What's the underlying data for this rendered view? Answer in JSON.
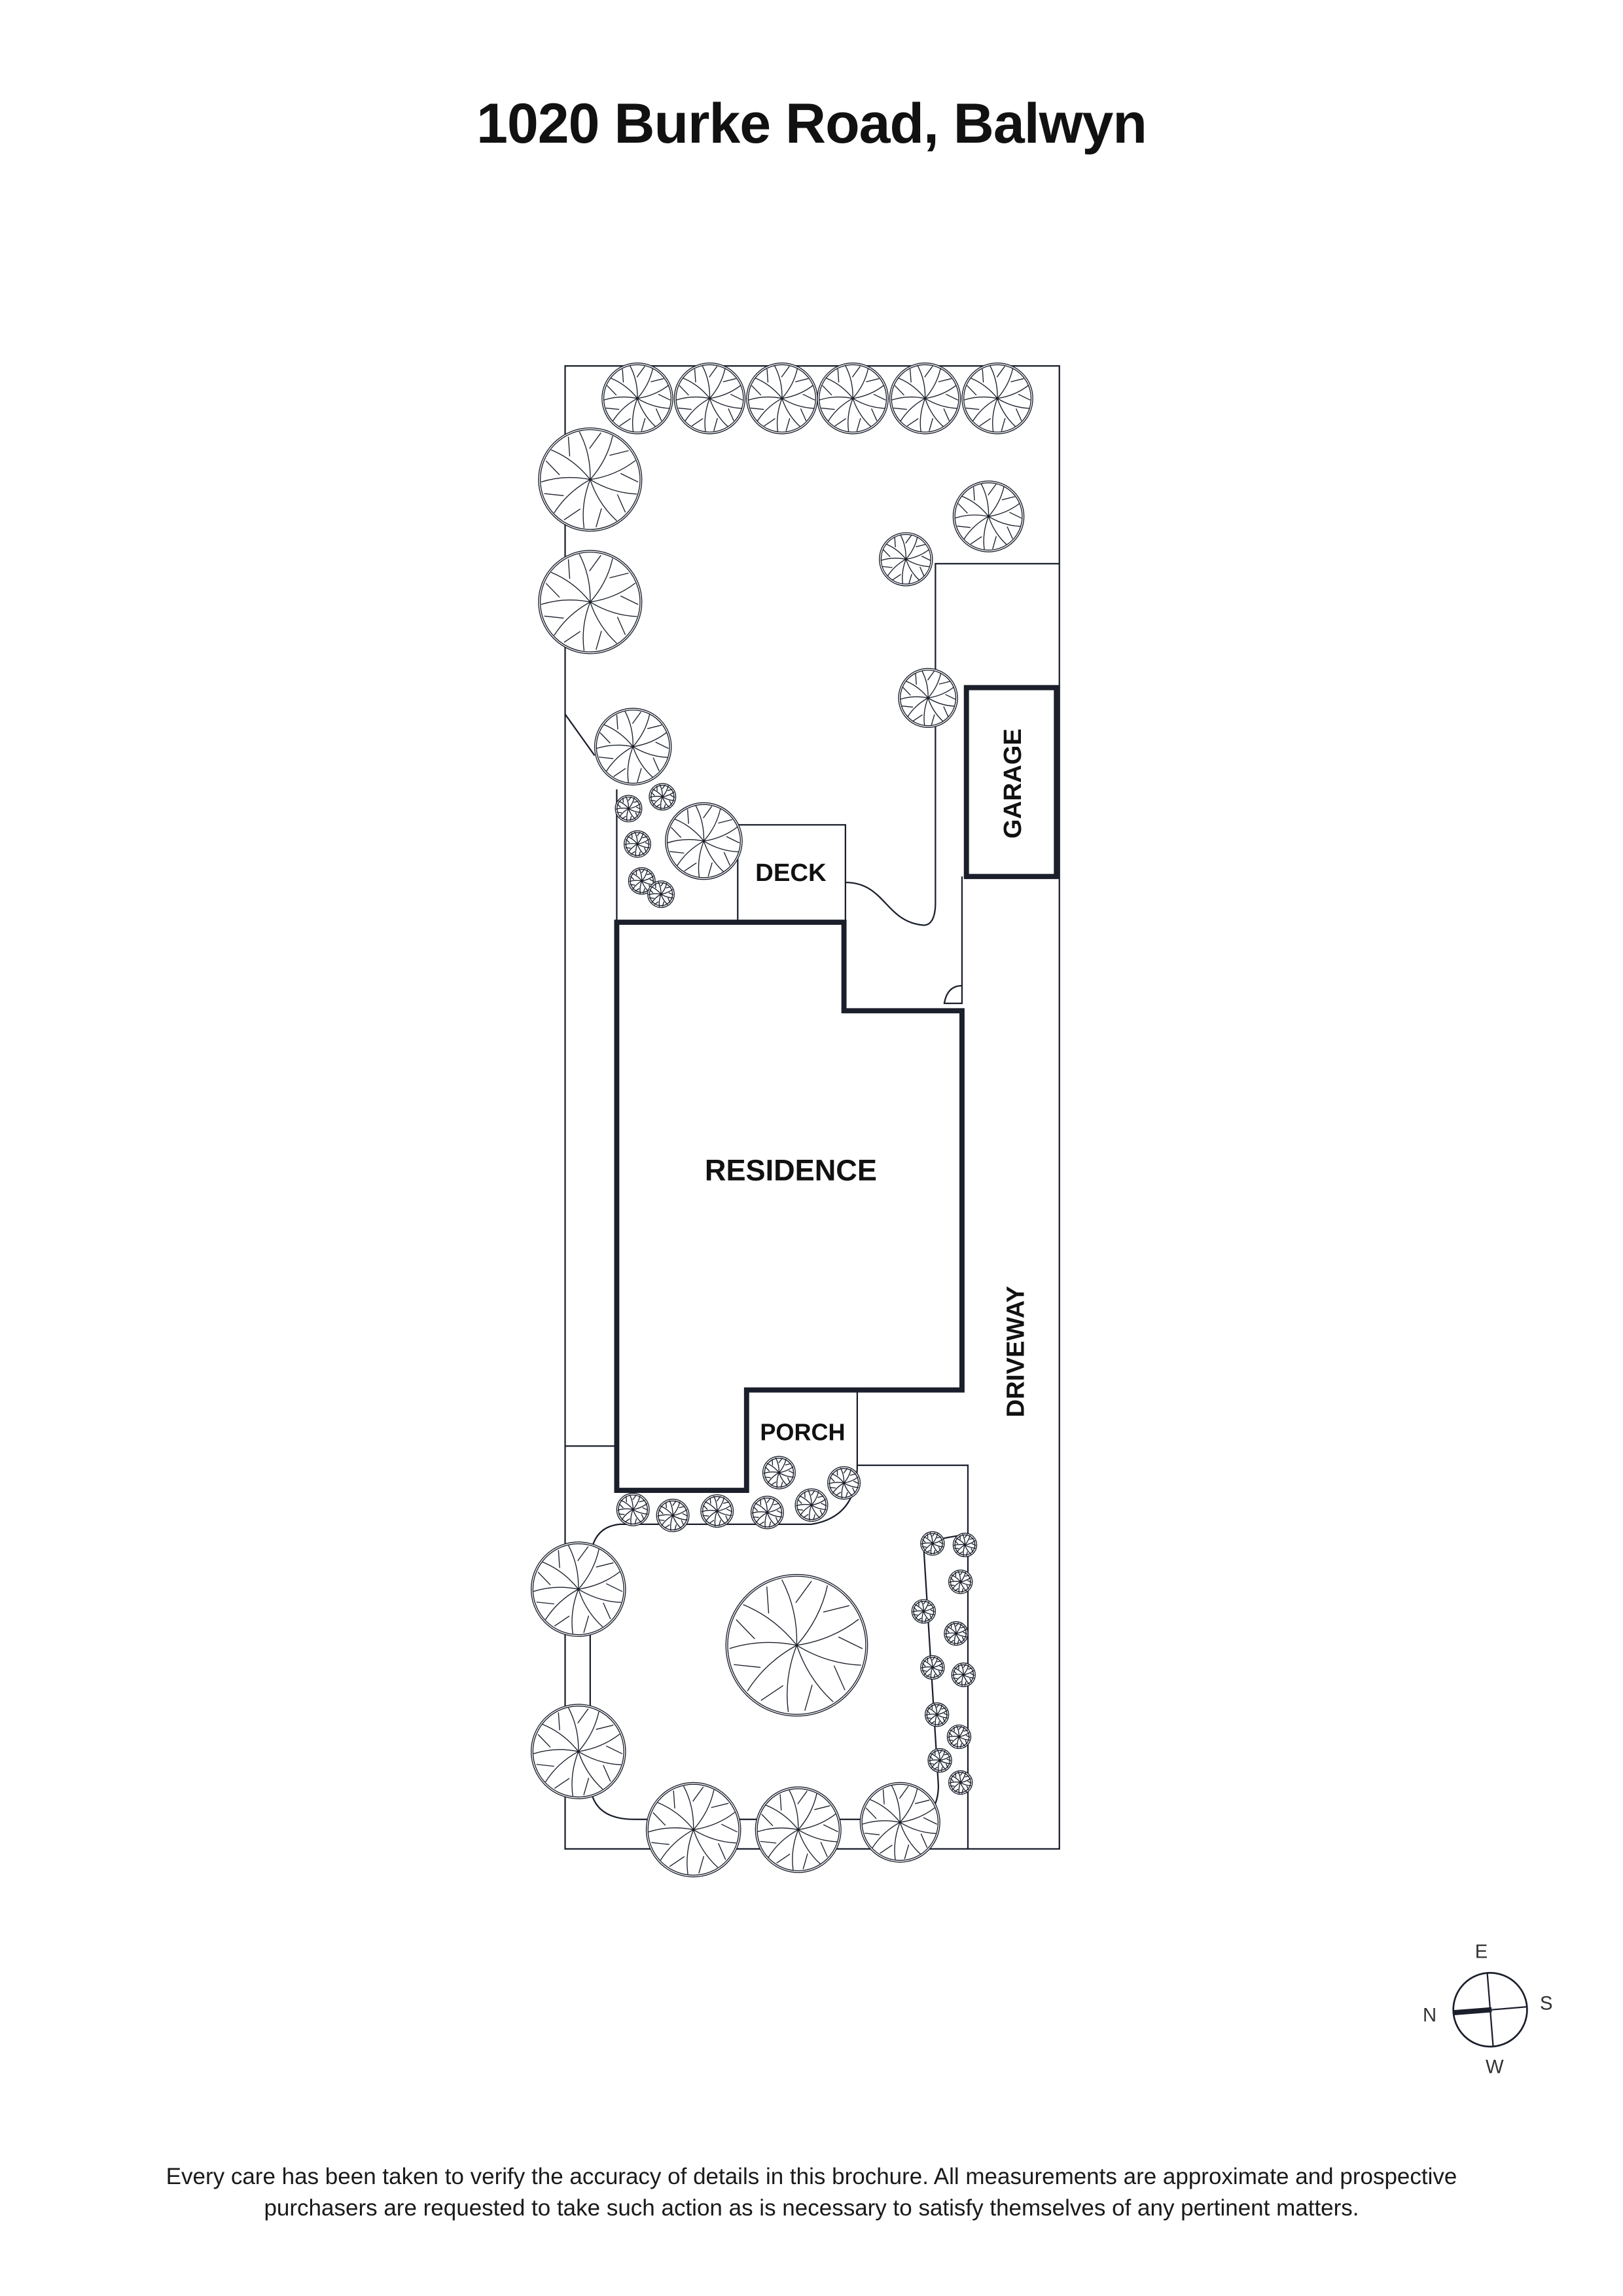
{
  "title": "1020 Burke Road, Balwyn",
  "plan": {
    "labels": {
      "deck": "DECK",
      "garage": "GARAGE",
      "residence": "RESIDENCE",
      "porch": "PORCH",
      "driveway": "DRIVEWAY"
    }
  },
  "compass": {
    "north": "N",
    "east": "E",
    "south": "S",
    "west": "W"
  },
  "disclaimer": {
    "line1": "Every care has been taken to verify the accuracy of details in this brochure. All measurements are approximate and prospective",
    "line2": "purchasers are requested to take such action as is necessary to satisfy themselves of any pertinent matters."
  },
  "colors": {
    "ink": "#1a1f2b"
  }
}
